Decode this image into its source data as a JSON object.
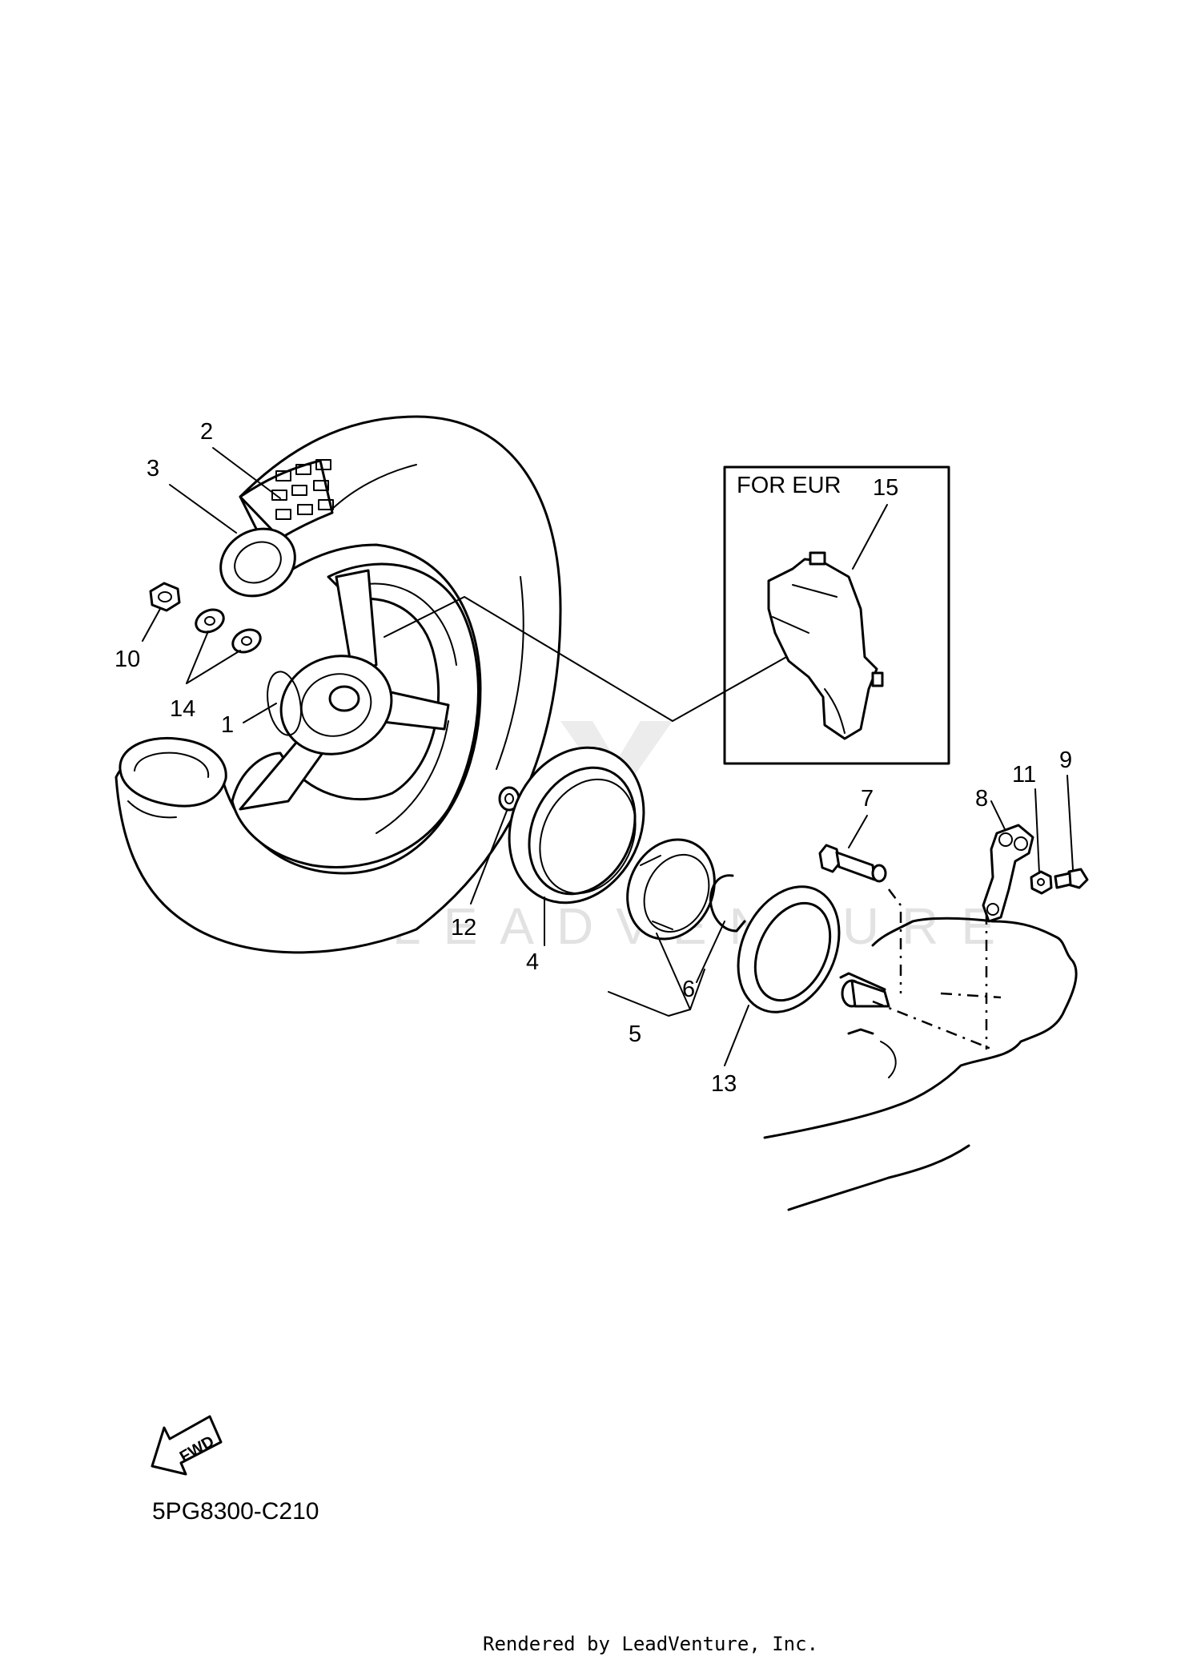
{
  "diagram_code": "5PG8300-C210",
  "inset_title": "FOR EUR",
  "fwd_label": "FWD",
  "footer_text": "Rendered by LeadVenture, Inc.",
  "watermark": "LEADVENTURE",
  "callouts": {
    "c1": "1",
    "c2": "2",
    "c3": "3",
    "c4": "4",
    "c5": "5",
    "c6": "6",
    "c7": "7",
    "c8": "8",
    "c9": "9",
    "c10": "10",
    "c11": "11",
    "c12": "12",
    "c13": "13",
    "c14": "14",
    "c15": "15"
  }
}
